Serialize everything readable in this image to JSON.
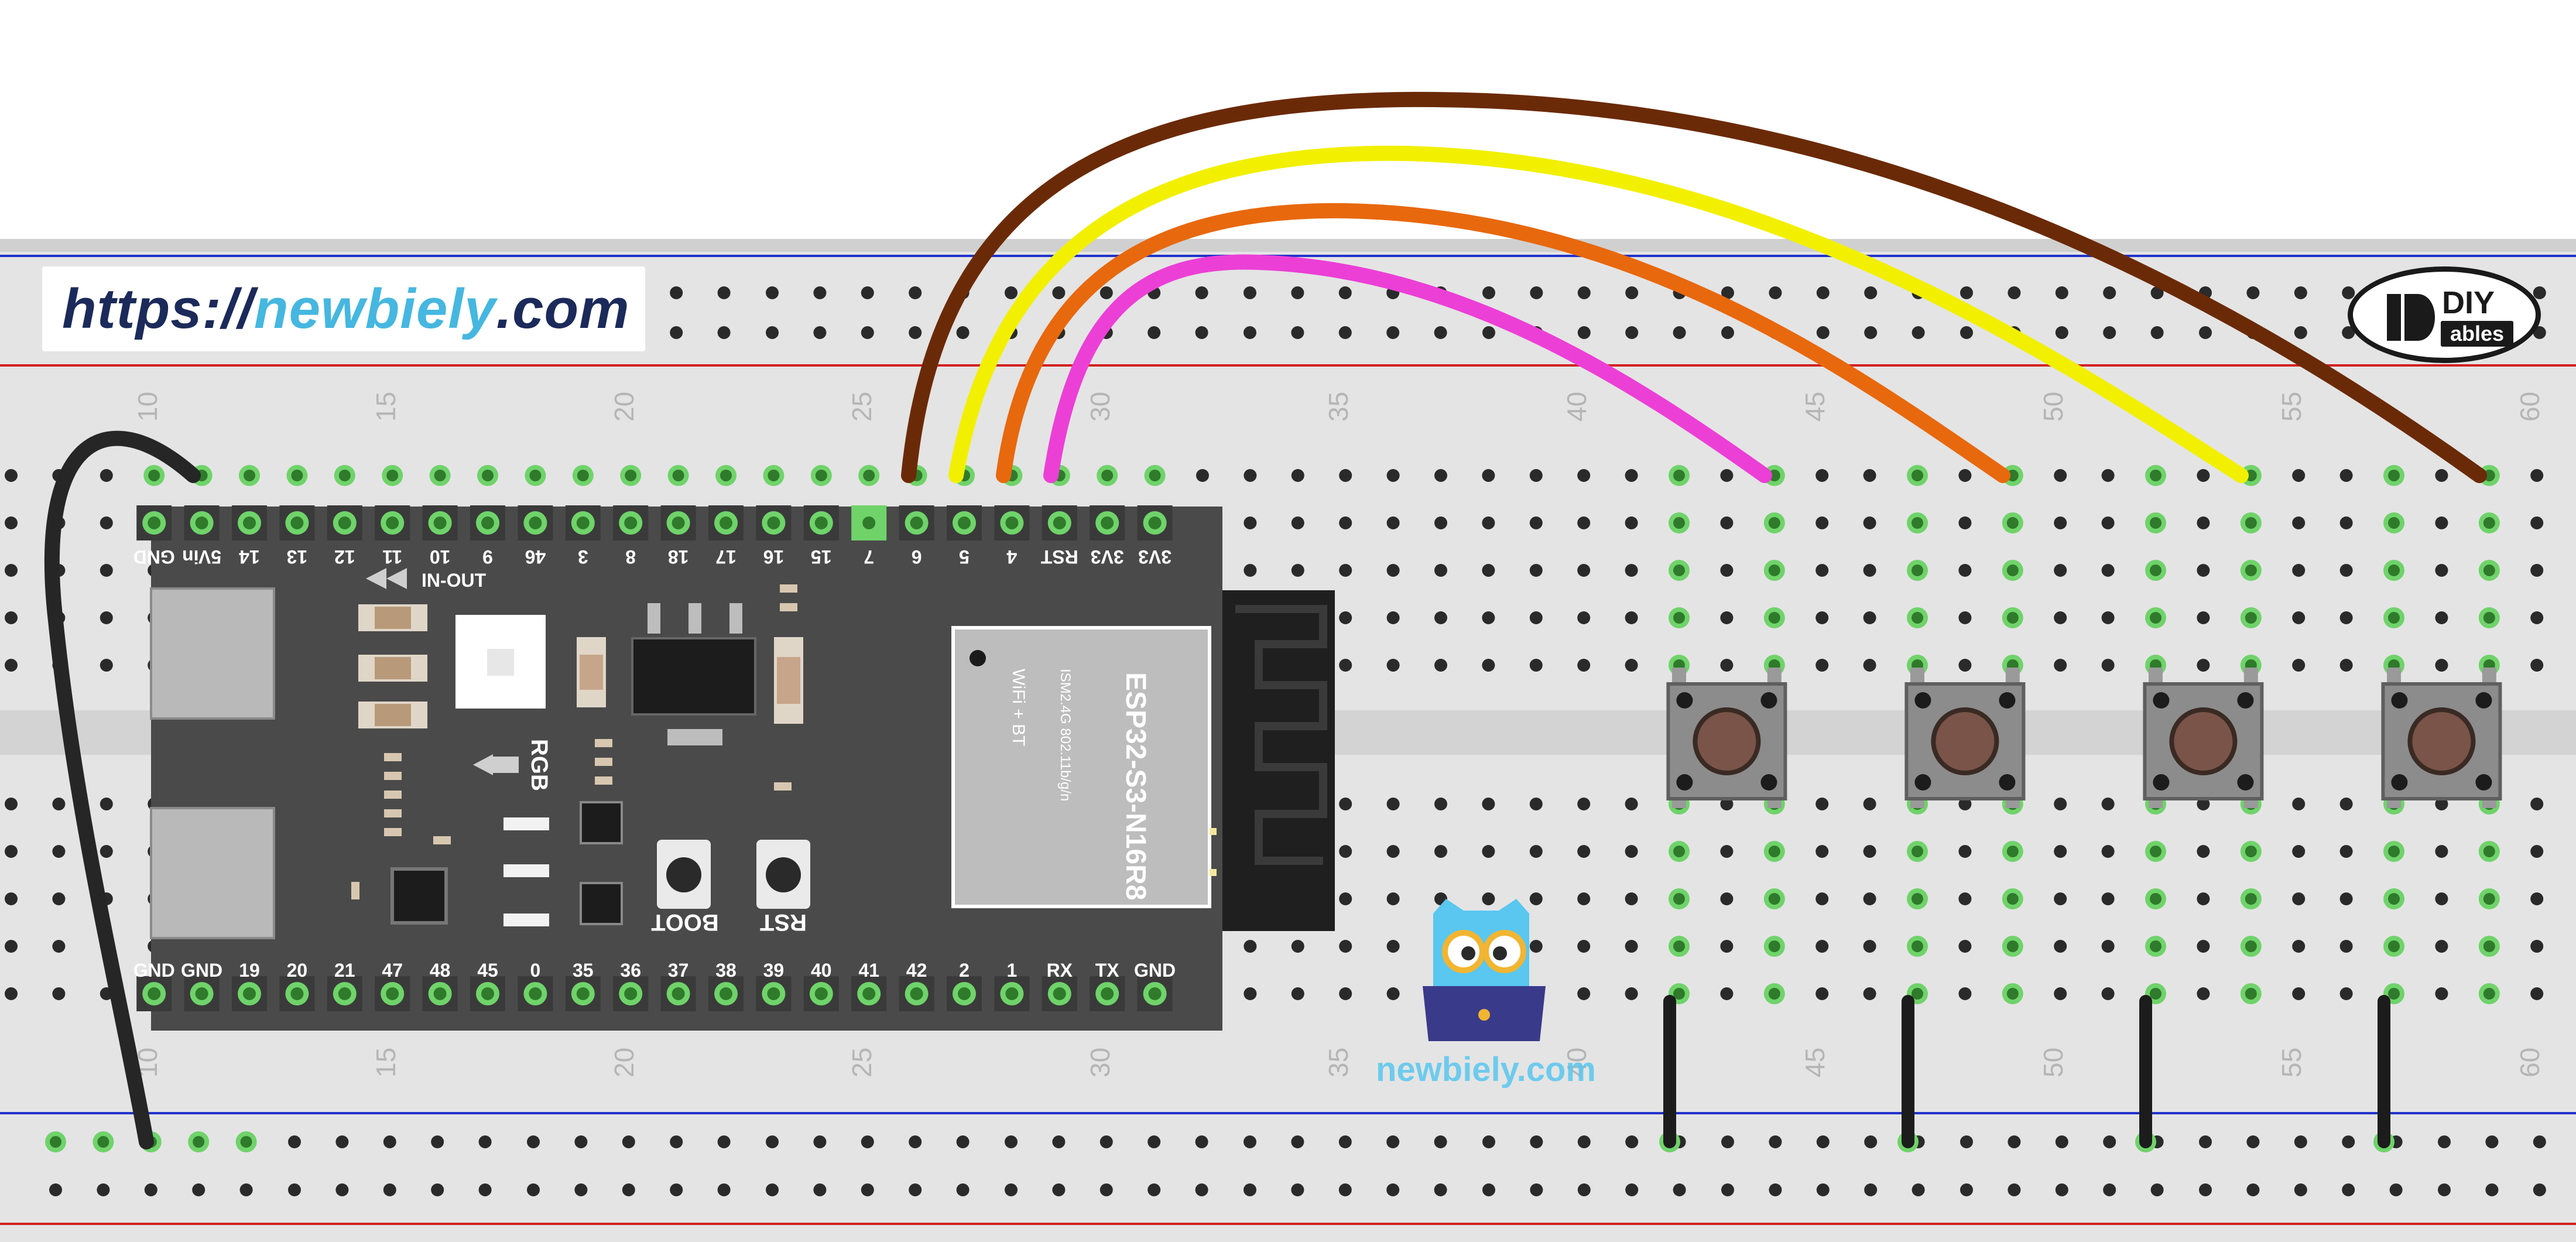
{
  "website": {
    "url_prefix": "https://",
    "url_brand": "newbiely",
    "url_suffix": ".com",
    "watermark": "newbiely.com"
  },
  "logo": {
    "top": "DIY",
    "bottom": "ables"
  },
  "board": {
    "module_label": "ESP32-S3-N16R8",
    "module_sub": "ISM2.4G 802.11b/g/n",
    "module_wifi": "WiFi + BT",
    "label_in_out": "IN-OUT",
    "label_rgb": "RGB",
    "button_boot": "BOOT",
    "button_rst": "RST",
    "top_pins": [
      "GND",
      "5Vin",
      "14",
      "13",
      "12",
      "11",
      "10",
      "9",
      "46",
      "3",
      "8",
      "18",
      "17",
      "16",
      "15",
      "7",
      "6",
      "5",
      "4",
      "RST",
      "3V3",
      "3V3"
    ],
    "bottom_pins": [
      "GND",
      "GND",
      "19",
      "20",
      "21",
      "47",
      "48",
      "45",
      "0",
      "35",
      "36",
      "37",
      "38",
      "39",
      "40",
      "41",
      "42",
      "2",
      "1",
      "RX",
      "TX",
      "GND"
    ]
  },
  "breadboard": {
    "column_numbers": [
      "10",
      "15",
      "20",
      "25",
      "30",
      "35",
      "40",
      "45",
      "50",
      "55",
      "60"
    ]
  },
  "colors": {
    "wire_gnd": "#262626",
    "wire_pin7": "#6b2a07",
    "wire_pin6": "#f2f000",
    "wire_pin5": "#e8680e",
    "wire_pin4": "#ec3fd6",
    "breadboard": "#e4e4e4",
    "board": "#4a4a4a",
    "accent": "#45b7e0"
  },
  "buttons": [
    "button-1",
    "button-2",
    "button-3",
    "button-4"
  ]
}
